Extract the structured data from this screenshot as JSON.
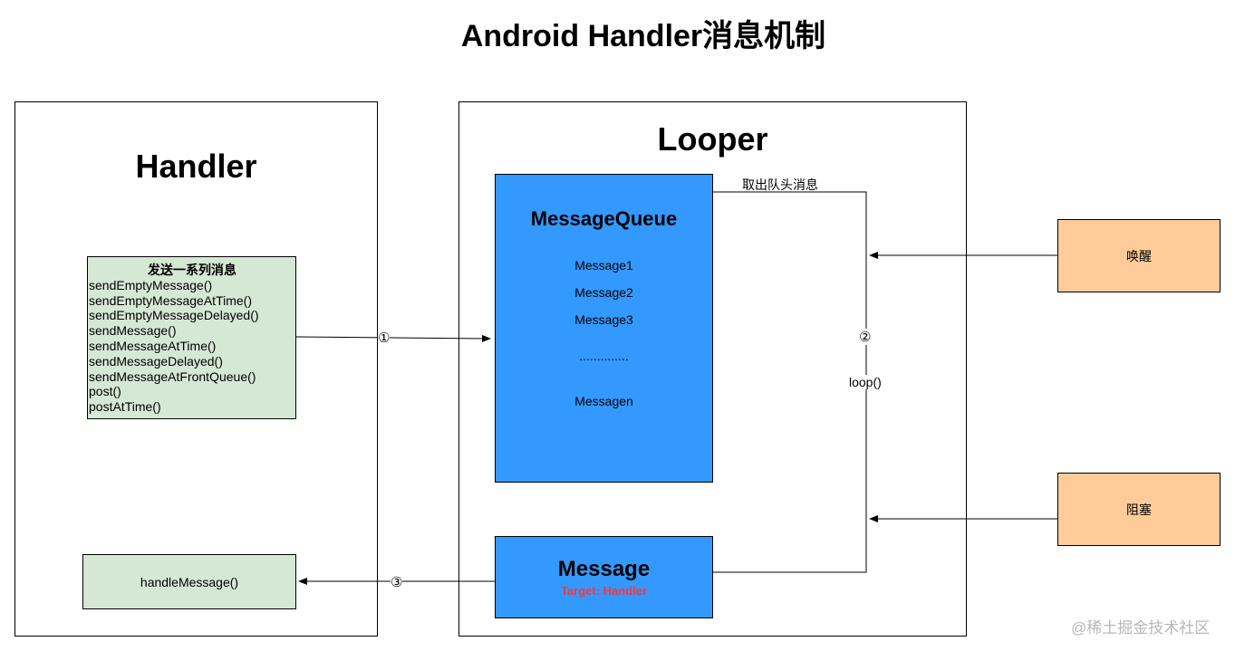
{
  "title": "Android Handler消息机制",
  "handler": {
    "title": "Handler",
    "send_box": {
      "heading": "发送一系列消息",
      "methods": [
        "sendEmptyMessage()",
        "sendEmptyMessageAtTime()",
        "sendEmptyMessageDelayed()",
        "sendMessage()",
        "sendMessageAtTime()",
        "sendMessageDelayed()",
        "sendMessageAtFrontQueue()",
        "post()",
        "postAtTime()"
      ]
    },
    "handle_box": "handleMessage()"
  },
  "looper": {
    "title": "Looper",
    "message_queue": {
      "title": "MessageQueue",
      "items": [
        "Message1",
        "Message2",
        "Message3",
        "..............",
        "Messagen"
      ]
    },
    "message": {
      "title": "Message",
      "target": "Target: Handler"
    }
  },
  "labels": {
    "step1": "①",
    "step2": "②",
    "step3": "③",
    "take_head": "取出队头消息",
    "loop": "loop()"
  },
  "side": {
    "wake": "唤醒",
    "block": "阻塞"
  },
  "watermark": "@稀土掘金技术社区",
  "colors": {
    "green_fill": "#d5e8d4",
    "blue_fill": "#3399ff",
    "orange_fill": "#ffcc99",
    "target_red": "#ff3333"
  }
}
